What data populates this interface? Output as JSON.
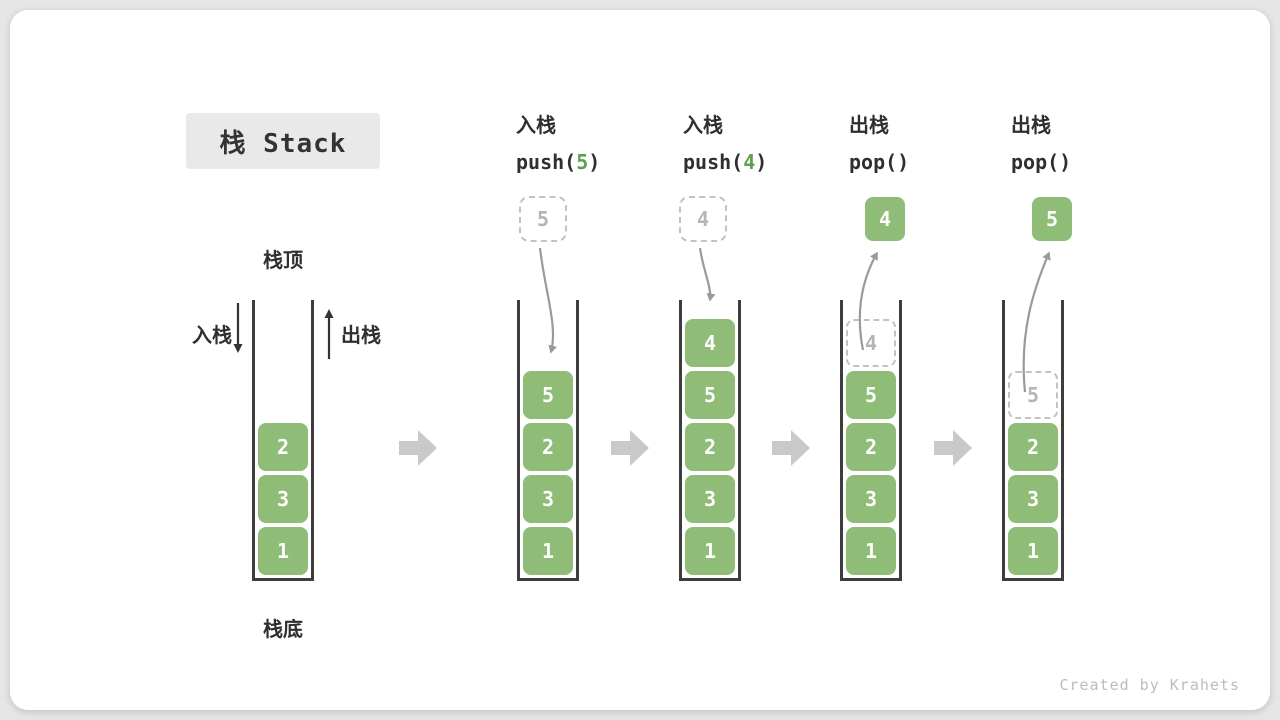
{
  "title": "栈 Stack",
  "watermark": "Created by Krahets",
  "colors": {
    "box_green": "#8FBC77",
    "code_arg_green": "#5FA052",
    "ghost_gray": "#C2C2C2",
    "wall_dark": "#3D3D3D",
    "step_arrow_gray": "#C9C9C9",
    "flow_arrow_gray": "#9A9A9A"
  },
  "annotations": {
    "stack_top": "栈顶",
    "stack_bottom": "栈底",
    "push": "入栈",
    "pop": "出栈"
  },
  "stages": [
    {
      "id": "initial",
      "cells": [
        "2",
        "3",
        "1"
      ]
    },
    {
      "id": "push-5",
      "op_zh": "入栈",
      "op_code_prefix": "push(",
      "op_code_arg": "5",
      "op_code_suffix": ")",
      "incoming_value": "5",
      "cells": [
        "5",
        "2",
        "3",
        "1"
      ]
    },
    {
      "id": "push-4",
      "op_zh": "入栈",
      "op_code_prefix": "push(",
      "op_code_arg": "4",
      "op_code_suffix": ")",
      "incoming_value": "4",
      "cells": [
        "4",
        "5",
        "2",
        "3",
        "1"
      ]
    },
    {
      "id": "pop-4",
      "op_zh": "出栈",
      "op_code_prefix": "pop()",
      "op_code_arg": "",
      "op_code_suffix": "",
      "outgoing_value": "4",
      "cells": [
        "4",
        "5",
        "2",
        "3",
        "1"
      ]
    },
    {
      "id": "pop-5",
      "op_zh": "出栈",
      "op_code_prefix": "pop()",
      "op_code_arg": "",
      "op_code_suffix": "",
      "outgoing_value": "5",
      "cells": [
        "5",
        "2",
        "3",
        "1"
      ]
    }
  ]
}
